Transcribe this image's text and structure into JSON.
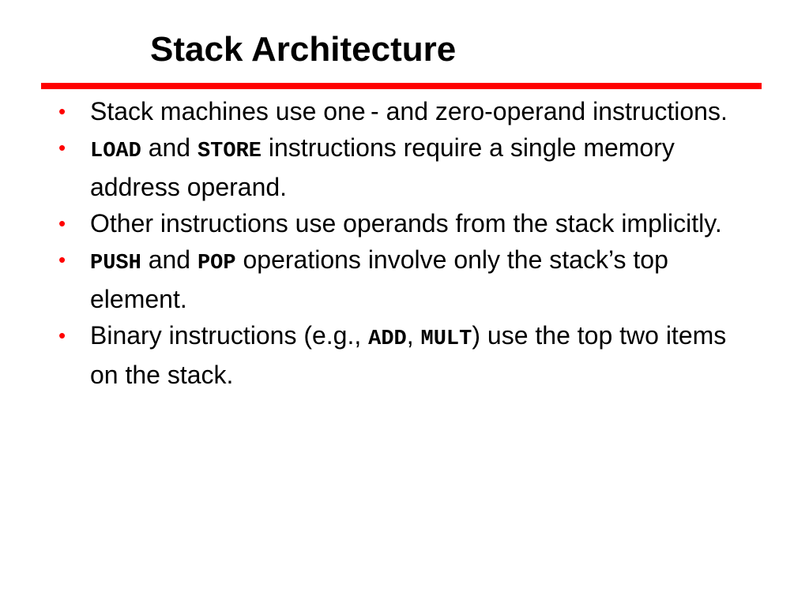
{
  "slide": {
    "title": "Stack Architecture",
    "accent_color": "#ff0000",
    "bullet_icon": "bullet-dot-icon",
    "bullets": [
      {
        "parts": [
          {
            "text": "Stack machines use one - and zero-operand instructions.",
            "code": false
          }
        ]
      },
      {
        "parts": [
          {
            "text": "LOAD",
            "code": true
          },
          {
            "text": " and ",
            "code": false
          },
          {
            "text": "STORE",
            "code": true
          },
          {
            "text": " instructions require a single memory address operand.",
            "code": false
          }
        ]
      },
      {
        "parts": [
          {
            "text": "Other instructions use operands from the stack implicitly.",
            "code": false
          }
        ]
      },
      {
        "parts": [
          {
            "text": "PUSH",
            "code": true
          },
          {
            "text": " and ",
            "code": false
          },
          {
            "text": "POP",
            "code": true
          },
          {
            "text": " operations involve only the stack’s top element.",
            "code": false
          }
        ]
      },
      {
        "parts": [
          {
            "text": "Binary instructions (e.g., ",
            "code": false
          },
          {
            "text": "ADD",
            "code": true
          },
          {
            "text": ", ",
            "code": false
          },
          {
            "text": "MULT",
            "code": true
          },
          {
            "text": ") use the top two items on the stack.",
            "code": false
          }
        ]
      }
    ]
  }
}
